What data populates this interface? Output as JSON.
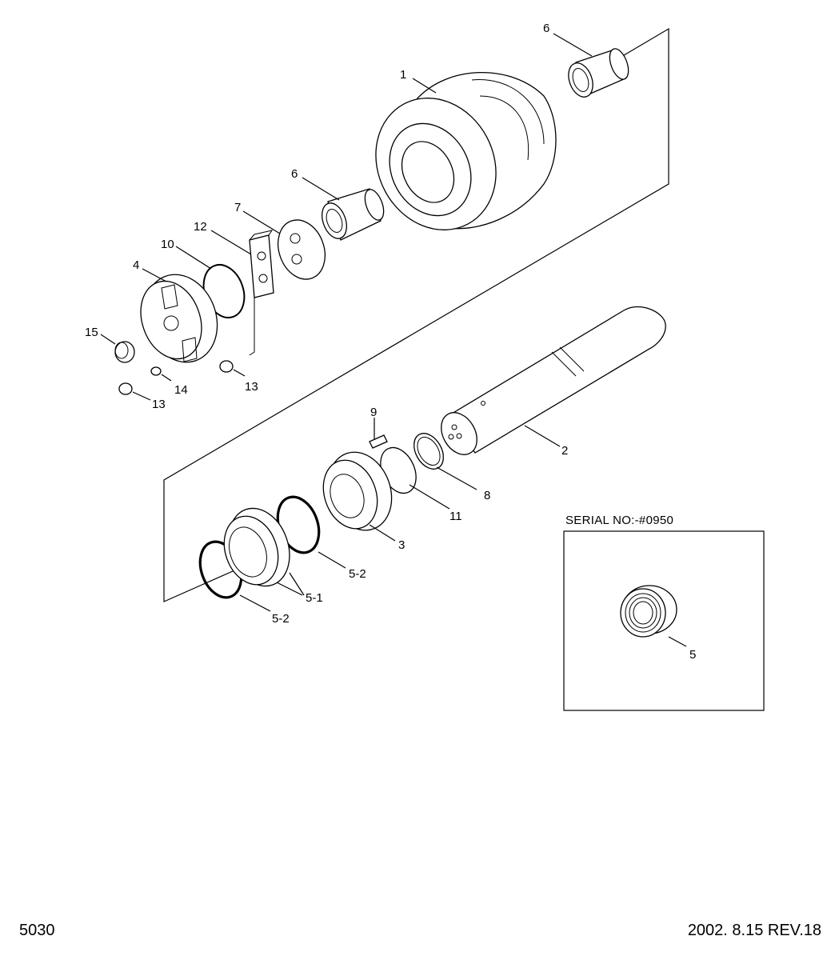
{
  "callouts": {
    "c1": "1",
    "c2": "2",
    "c3": "3",
    "c4": "4",
    "c5_1": "5-1",
    "c5_2a": "5-2",
    "c5_2b": "5-2",
    "c6a": "6",
    "c6b": "6",
    "c7": "7",
    "c8": "8",
    "c9": "9",
    "c10": "10",
    "c11": "11",
    "c12": "12",
    "c13a": "13",
    "c13b": "13",
    "c14": "14",
    "c15": "15"
  },
  "inset": {
    "title": "SERIAL NO:-#0950",
    "callout": "5"
  },
  "footer": {
    "page_number": "5030",
    "revision": "2002. 8.15  REV.18"
  }
}
